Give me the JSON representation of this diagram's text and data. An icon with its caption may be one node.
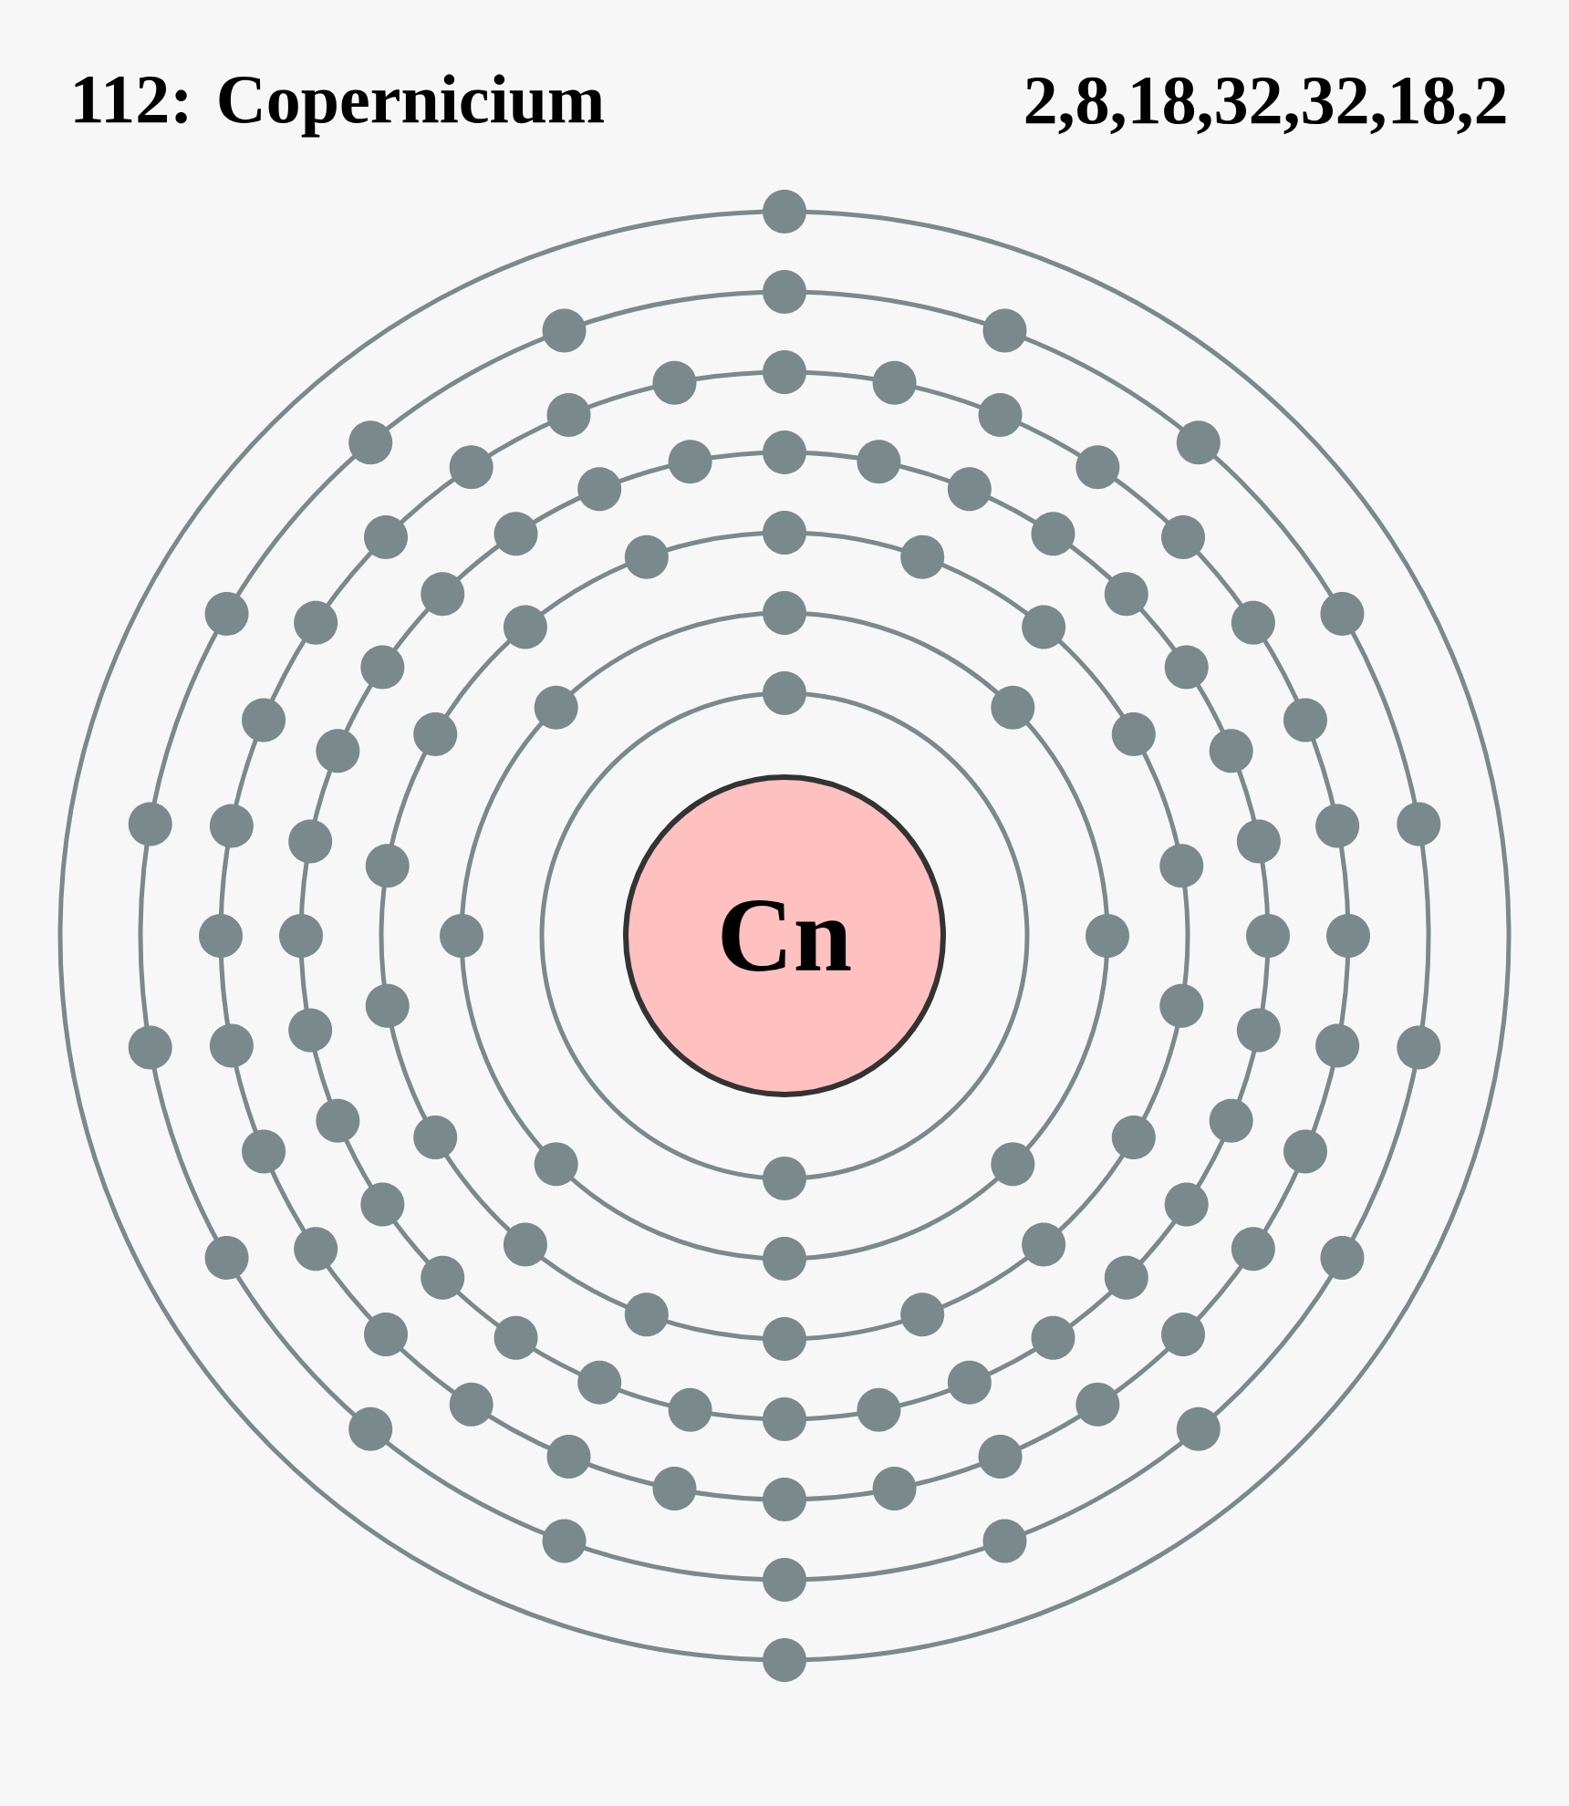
{
  "diagram": {
    "title": "112: Copernicium",
    "nodes": [
      {
        "text": [
          "Cn"
        ]
      }
    ],
    "labels": [
      "2,8,18,32,32,18,2"
    ]
  }
}
